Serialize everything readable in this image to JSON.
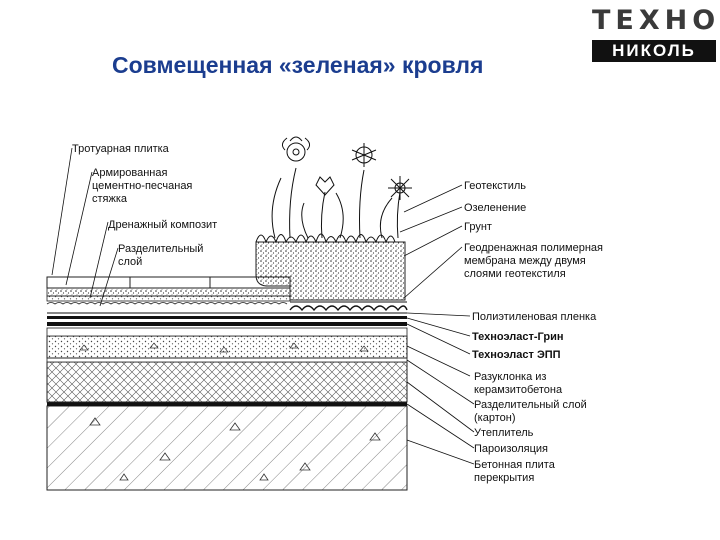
{
  "title": "Совмещенная «зеленая» кровля",
  "logo": {
    "top": "ТЕХНО",
    "bottom": "НИКОЛЬ"
  },
  "labels_left": [
    {
      "id": "paving",
      "lines": [
        "Тротуарная плитка"
      ]
    },
    {
      "id": "screed",
      "lines": [
        "Армированная",
        "цементно-песчаная",
        "стяжка"
      ]
    },
    {
      "id": "drain",
      "lines": [
        "Дренажный композит"
      ]
    },
    {
      "id": "separator",
      "lines": [
        "Разделительный",
        "слой"
      ]
    }
  ],
  "labels_right": [
    {
      "id": "geotextile",
      "lines": [
        "Геотекстиль"
      ],
      "bold": false
    },
    {
      "id": "greening",
      "lines": [
        "Озеленение"
      ],
      "bold": false
    },
    {
      "id": "soil",
      "lines": [
        "Грунт"
      ],
      "bold": false
    },
    {
      "id": "geodrain",
      "lines": [
        "Геодренажная полимерная",
        "мембрана между двумя",
        "слоями геотекстиля"
      ],
      "bold": false
    },
    {
      "id": "pe-film",
      "lines": [
        "Полиэтиленовая пленка"
      ],
      "bold": false
    },
    {
      "id": "tehnoelast-green",
      "lines": [
        "Техноэласт-Грин"
      ],
      "bold": true
    },
    {
      "id": "tehnoelast-epp",
      "lines": [
        "Техноэласт ЭПП"
      ],
      "bold": true
    },
    {
      "id": "slope",
      "lines": [
        "Разуклонка из",
        "керамзитобетона"
      ],
      "bold": false
    },
    {
      "id": "separator-cardboard",
      "lines": [
        "Разделительный слой",
        "(картон)"
      ],
      "bold": false
    },
    {
      "id": "insulation",
      "lines": [
        "Утеплитель"
      ],
      "bold": false
    },
    {
      "id": "vapor",
      "lines": [
        "Пароизоляция"
      ],
      "bold": false
    },
    {
      "id": "slab",
      "lines": [
        "Бетонная плита",
        "перекрытия"
      ],
      "bold": false
    }
  ]
}
